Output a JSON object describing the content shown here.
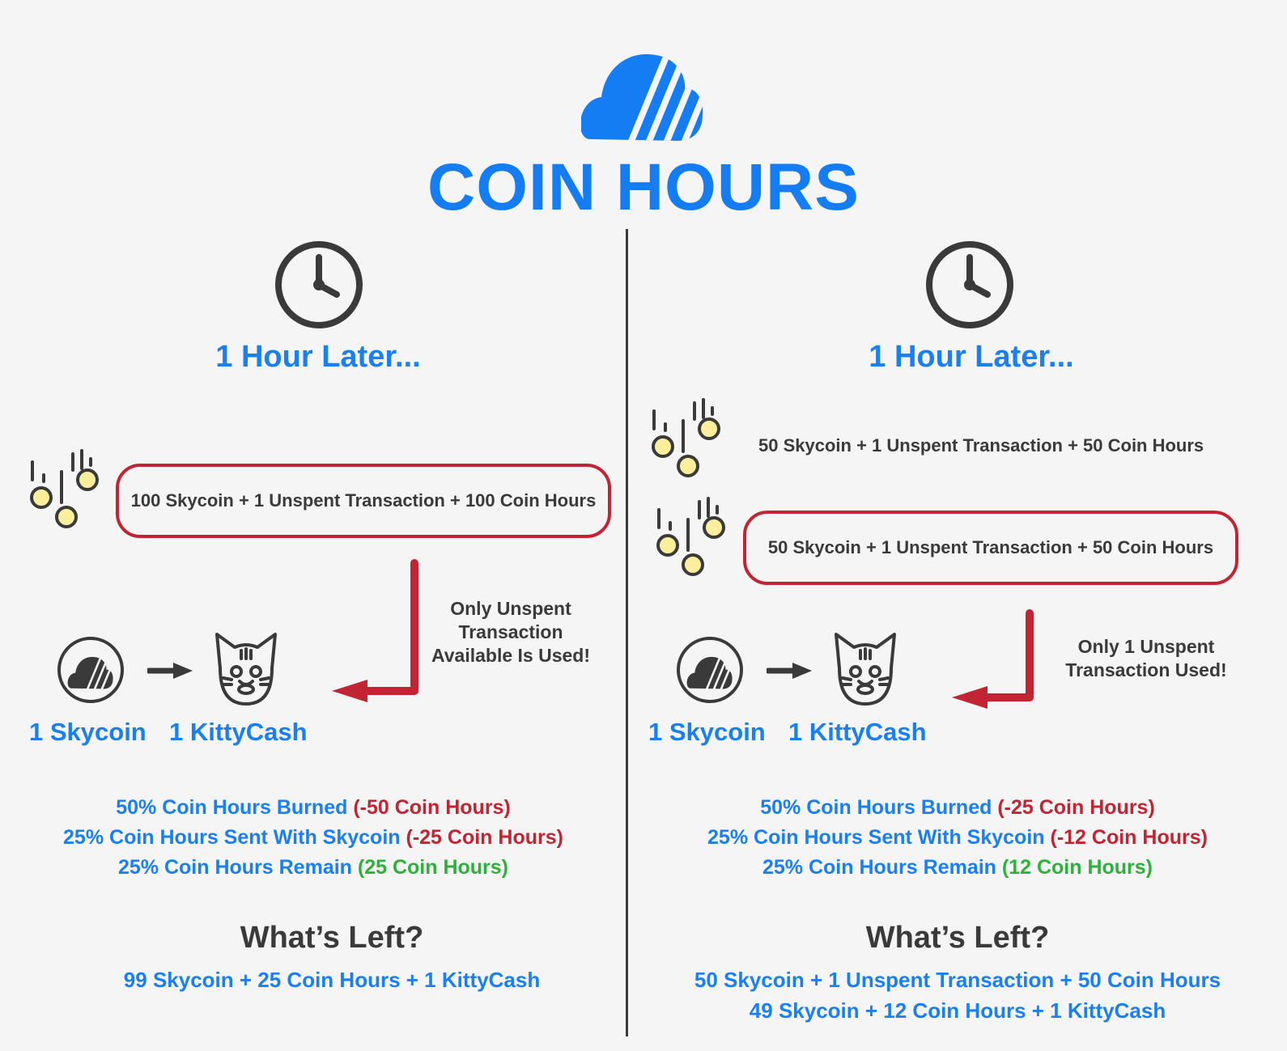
{
  "title": "COIN HOURS",
  "colors": {
    "accent": "#157df3",
    "red": "#c12533",
    "green": "#2eb13a",
    "dark": "#3a3a3a",
    "coin": "#fbee9c"
  },
  "left": {
    "heading": "1 Hour Later...",
    "transaction": "100 Skycoin + 1 Unspent Transaction + 100 Coin Hours",
    "note": "Only Unspent Transaction Available Is Used!",
    "from_label": "1 Skycoin",
    "to_label": "1 KittyCash",
    "burned": {
      "text": "50% Coin Hours Burned",
      "value": "(-50 Coin Hours)"
    },
    "sent": {
      "text": "25% Coin Hours Sent With Skycoin",
      "value": "(-25 Coin Hours)"
    },
    "remain": {
      "text": "25% Coin Hours Remain",
      "value": "(25 Coin Hours)"
    },
    "whats_left_heading": "What’s Left?",
    "whats_left": [
      "99 Skycoin + 25 Coin Hours + 1 KittyCash"
    ]
  },
  "right": {
    "heading": "1 Hour Later...",
    "transaction_unused": "50 Skycoin + 1 Unspent Transaction + 50 Coin Hours",
    "transaction": "50 Skycoin + 1 Unspent Transaction + 50 Coin Hours",
    "note": "Only 1 Unspent Transaction Used!",
    "from_label": "1 Skycoin",
    "to_label": "1 KittyCash",
    "burned": {
      "text": "50% Coin Hours Burned",
      "value": "(-25 Coin Hours)"
    },
    "sent": {
      "text": "25% Coin Hours Sent With Skycoin",
      "value": "(-12 Coin Hours)"
    },
    "remain": {
      "text": "25% Coin Hours Remain",
      "value": "(12 Coin Hours)"
    },
    "whats_left_heading": "What’s Left?",
    "whats_left": [
      "50 Skycoin + 1 Unspent Transaction + 50 Coin Hours",
      "49 Skycoin + 12 Coin Hours + 1 KittyCash"
    ]
  },
  "icons": [
    "skycoin-cloud-logo-icon",
    "clock-icon",
    "falling-coins-icon",
    "skycoin-icon",
    "arrow-right-icon",
    "kittycash-cat-icon",
    "elbow-arrow-icon"
  ]
}
